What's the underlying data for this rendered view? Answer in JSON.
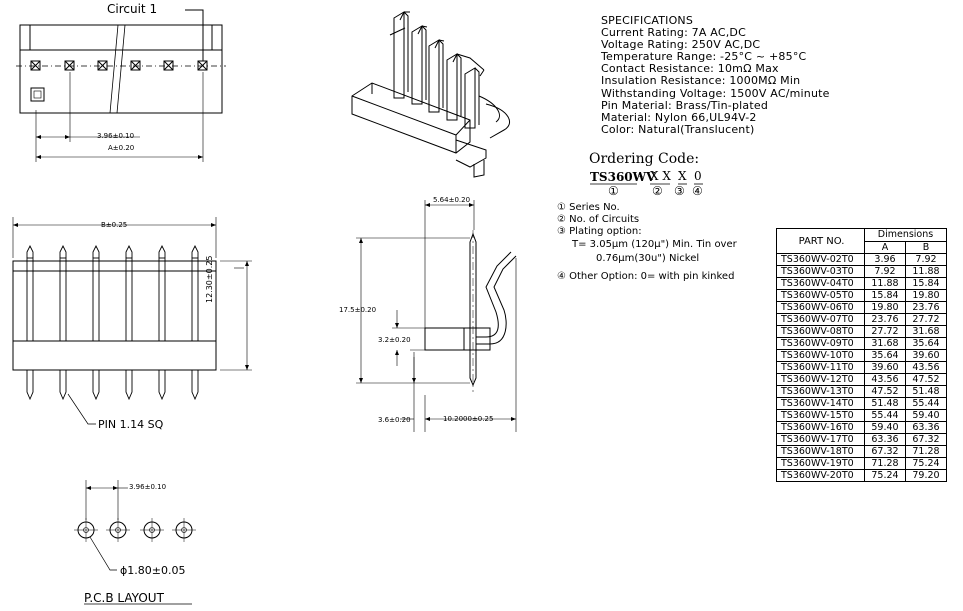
{
  "top_view": {
    "circuit_label": "Circuit 1",
    "pitch_label": "3.96±0.10",
    "a_label": "A±0.20"
  },
  "front_view": {
    "b_label": "B±0.25",
    "height_label": "12.30±0.25",
    "pin_label": "PIN 1.14 SQ"
  },
  "side_view": {
    "top_dim": "5.64±0.20",
    "overall_height": "17.5±0.20",
    "mid_dim": "3.2±0.20",
    "bottom_dim": "3.6±0.20",
    "depth_dim": "10.2000±0.25"
  },
  "pcb": {
    "pitch_label": "3.96±0.10",
    "hole_label": "ϕ1.80±0.05",
    "title": "P.C.B LAYOUT"
  },
  "specifications": {
    "title": "SPECIFICATIONS",
    "lines": [
      "Current Rating: 7A AC,DC",
      "Voltage Rating: 250V AC,DC",
      "Temperature Range: -25°C ~ +85°C",
      "Contact Resistance: 10mΩ Max",
      "Insulation Resistance: 1000MΩ Min",
      "Withstanding Voltage: 1500V AC/minute",
      "Pin Material: Brass/Tin-plated",
      "Material: Nylon 66,UL94V-2",
      "Color: Natural(Translucent)"
    ]
  },
  "ordering": {
    "title": "Ordering Code:",
    "code_prefix": "TS360WV",
    "dash": "-",
    "xx": "X X",
    "x": "X",
    "zero": "0",
    "num1": "①",
    "num2": "②",
    "num3": "③",
    "num4": "④",
    "options": [
      "① Series No.",
      "② No. of Circuits",
      "③ Plating option:",
      "T= 3.05μm (120μ\") Min. Tin over",
      "0.76μm(30u\") Nickel",
      "④ Other Option: 0= with pin kinked"
    ]
  },
  "table": {
    "header_part": "PART NO.",
    "header_dims": "Dimensions",
    "header_a": "A",
    "header_b": "B",
    "rows": [
      [
        "TS360WV-02T0",
        "3.96",
        "7.92"
      ],
      [
        "TS360WV-03T0",
        "7.92",
        "11.88"
      ],
      [
        "TS360WV-04T0",
        "11.88",
        "15.84"
      ],
      [
        "TS360WV-05T0",
        "15.84",
        "19.80"
      ],
      [
        "TS360WV-06T0",
        "19.80",
        "23.76"
      ],
      [
        "TS360WV-07T0",
        "23.76",
        "27.72"
      ],
      [
        "TS360WV-08T0",
        "27.72",
        "31.68"
      ],
      [
        "TS360WV-09T0",
        "31.68",
        "35.64"
      ],
      [
        "TS360WV-10T0",
        "35.64",
        "39.60"
      ],
      [
        "TS360WV-11T0",
        "39.60",
        "43.56"
      ],
      [
        "TS360WV-12T0",
        "43.56",
        "47.52"
      ],
      [
        "TS360WV-13T0",
        "47.52",
        "51.48"
      ],
      [
        "TS360WV-14T0",
        "51.48",
        "55.44"
      ],
      [
        "TS360WV-15T0",
        "55.44",
        "59.40"
      ],
      [
        "TS360WV-16T0",
        "59.40",
        "63.36"
      ],
      [
        "TS360WV-17T0",
        "63.36",
        "67.32"
      ],
      [
        "TS360WV-18T0",
        "67.32",
        "71.28"
      ],
      [
        "TS360WV-19T0",
        "71.28",
        "75.24"
      ],
      [
        "TS360WV-20T0",
        "75.24",
        "79.20"
      ]
    ]
  }
}
